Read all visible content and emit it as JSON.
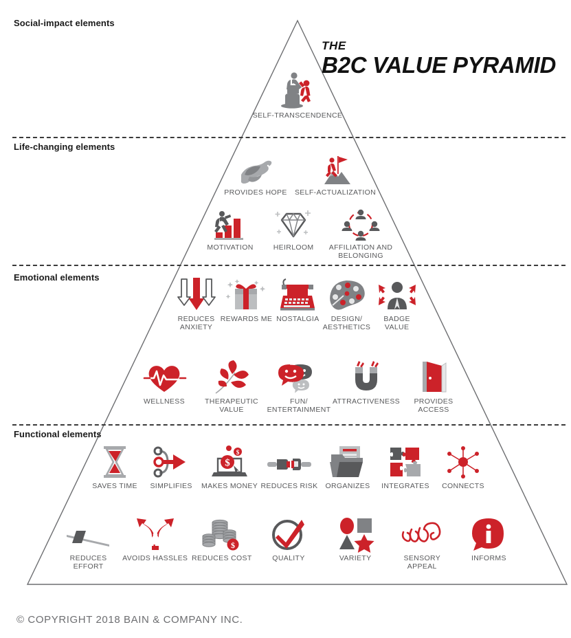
{
  "title": {
    "line1": "THE",
    "line2": "B2C VALUE PYRAMID"
  },
  "copyright": "© COPYRIGHT 2018 BAIN & COMPANY INC.",
  "colors": {
    "red": "#cc2229",
    "dark_gray": "#58595b",
    "mid_gray": "#808285",
    "light_gray": "#bcbec0",
    "outline": "#6d6e71",
    "text": "#1a1a1a"
  },
  "tiers": [
    {
      "id": "social-impact",
      "label": "Social-impact elements",
      "divider": false
    },
    {
      "id": "life-changing",
      "label": "Life-changing elements",
      "divider": true
    },
    {
      "id": "emotional",
      "label": "Emotional elements",
      "divider": true
    },
    {
      "id": "functional",
      "label": "Functional elements",
      "divider": true
    }
  ],
  "rows": [
    {
      "tier": "social-impact",
      "elements": [
        {
          "label": "SELF-TRANSCENDENCE",
          "icon": "self-transcendence-icon"
        }
      ]
    },
    {
      "tier": "life-changing",
      "elements": [
        {
          "label": "PROVIDES HOPE",
          "icon": "dove-icon"
        },
        {
          "label": "SELF-ACTUALIZATION",
          "icon": "flag-mountain-icon"
        }
      ]
    },
    {
      "tier": "life-changing",
      "elements": [
        {
          "label": "MOTIVATION",
          "icon": "runner-bars-icon"
        },
        {
          "label": "HEIRLOOM",
          "icon": "diamond-icon"
        },
        {
          "label": "AFFILIATION AND\nBELONGING",
          "icon": "people-circle-icon"
        }
      ]
    },
    {
      "tier": "emotional",
      "elements": [
        {
          "label": "REDUCES\nANXIETY",
          "icon": "down-arrows-icon"
        },
        {
          "label": "REWARDS ME",
          "icon": "gift-icon"
        },
        {
          "label": "NOSTALGIA",
          "icon": "typewriter-icon"
        },
        {
          "label": "DESIGN/\nAESTHETICS",
          "icon": "palette-icon"
        },
        {
          "label": "BADGE VALUE",
          "icon": "badge-person-icon"
        }
      ]
    },
    {
      "tier": "emotional",
      "elements": [
        {
          "label": "WELLNESS",
          "icon": "heart-pulse-icon"
        },
        {
          "label": "THERAPEUTIC\nVALUE",
          "icon": "leaves-icon"
        },
        {
          "label": "FUN/\nENTERTAINMENT",
          "icon": "speech-smiles-icon"
        },
        {
          "label": "ATTRACTIVENESS",
          "icon": "magnet-icon"
        },
        {
          "label": "PROVIDES ACCESS",
          "icon": "door-icon"
        }
      ]
    },
    {
      "tier": "functional",
      "elements": [
        {
          "label": "SAVES TIME",
          "icon": "hourglass-icon"
        },
        {
          "label": "SIMPLIFIES",
          "icon": "merge-arrow-icon"
        },
        {
          "label": "MAKES MONEY",
          "icon": "laptop-dollar-icon"
        },
        {
          "label": "REDUCES RISK",
          "icon": "seatbelt-icon"
        },
        {
          "label": "ORGANIZES",
          "icon": "folder-icon"
        },
        {
          "label": "INTEGRATES",
          "icon": "puzzle-icon"
        },
        {
          "label": "CONNECTS",
          "icon": "network-icon"
        }
      ]
    },
    {
      "tier": "functional",
      "elements": [
        {
          "label": "REDUCES EFFORT",
          "icon": "lever-icon"
        },
        {
          "label": "AVOIDS HASSLES",
          "icon": "fork-road-icon"
        },
        {
          "label": "REDUCES COST",
          "icon": "coins-dollar-icon"
        },
        {
          "label": "QUALITY",
          "icon": "checkmark-circle-icon"
        },
        {
          "label": "VARIETY",
          "icon": "shapes-icon"
        },
        {
          "label": "SENSORY APPEAL",
          "icon": "ear-icon"
        },
        {
          "label": "INFORMS",
          "icon": "info-bubble-icon"
        }
      ]
    }
  ]
}
